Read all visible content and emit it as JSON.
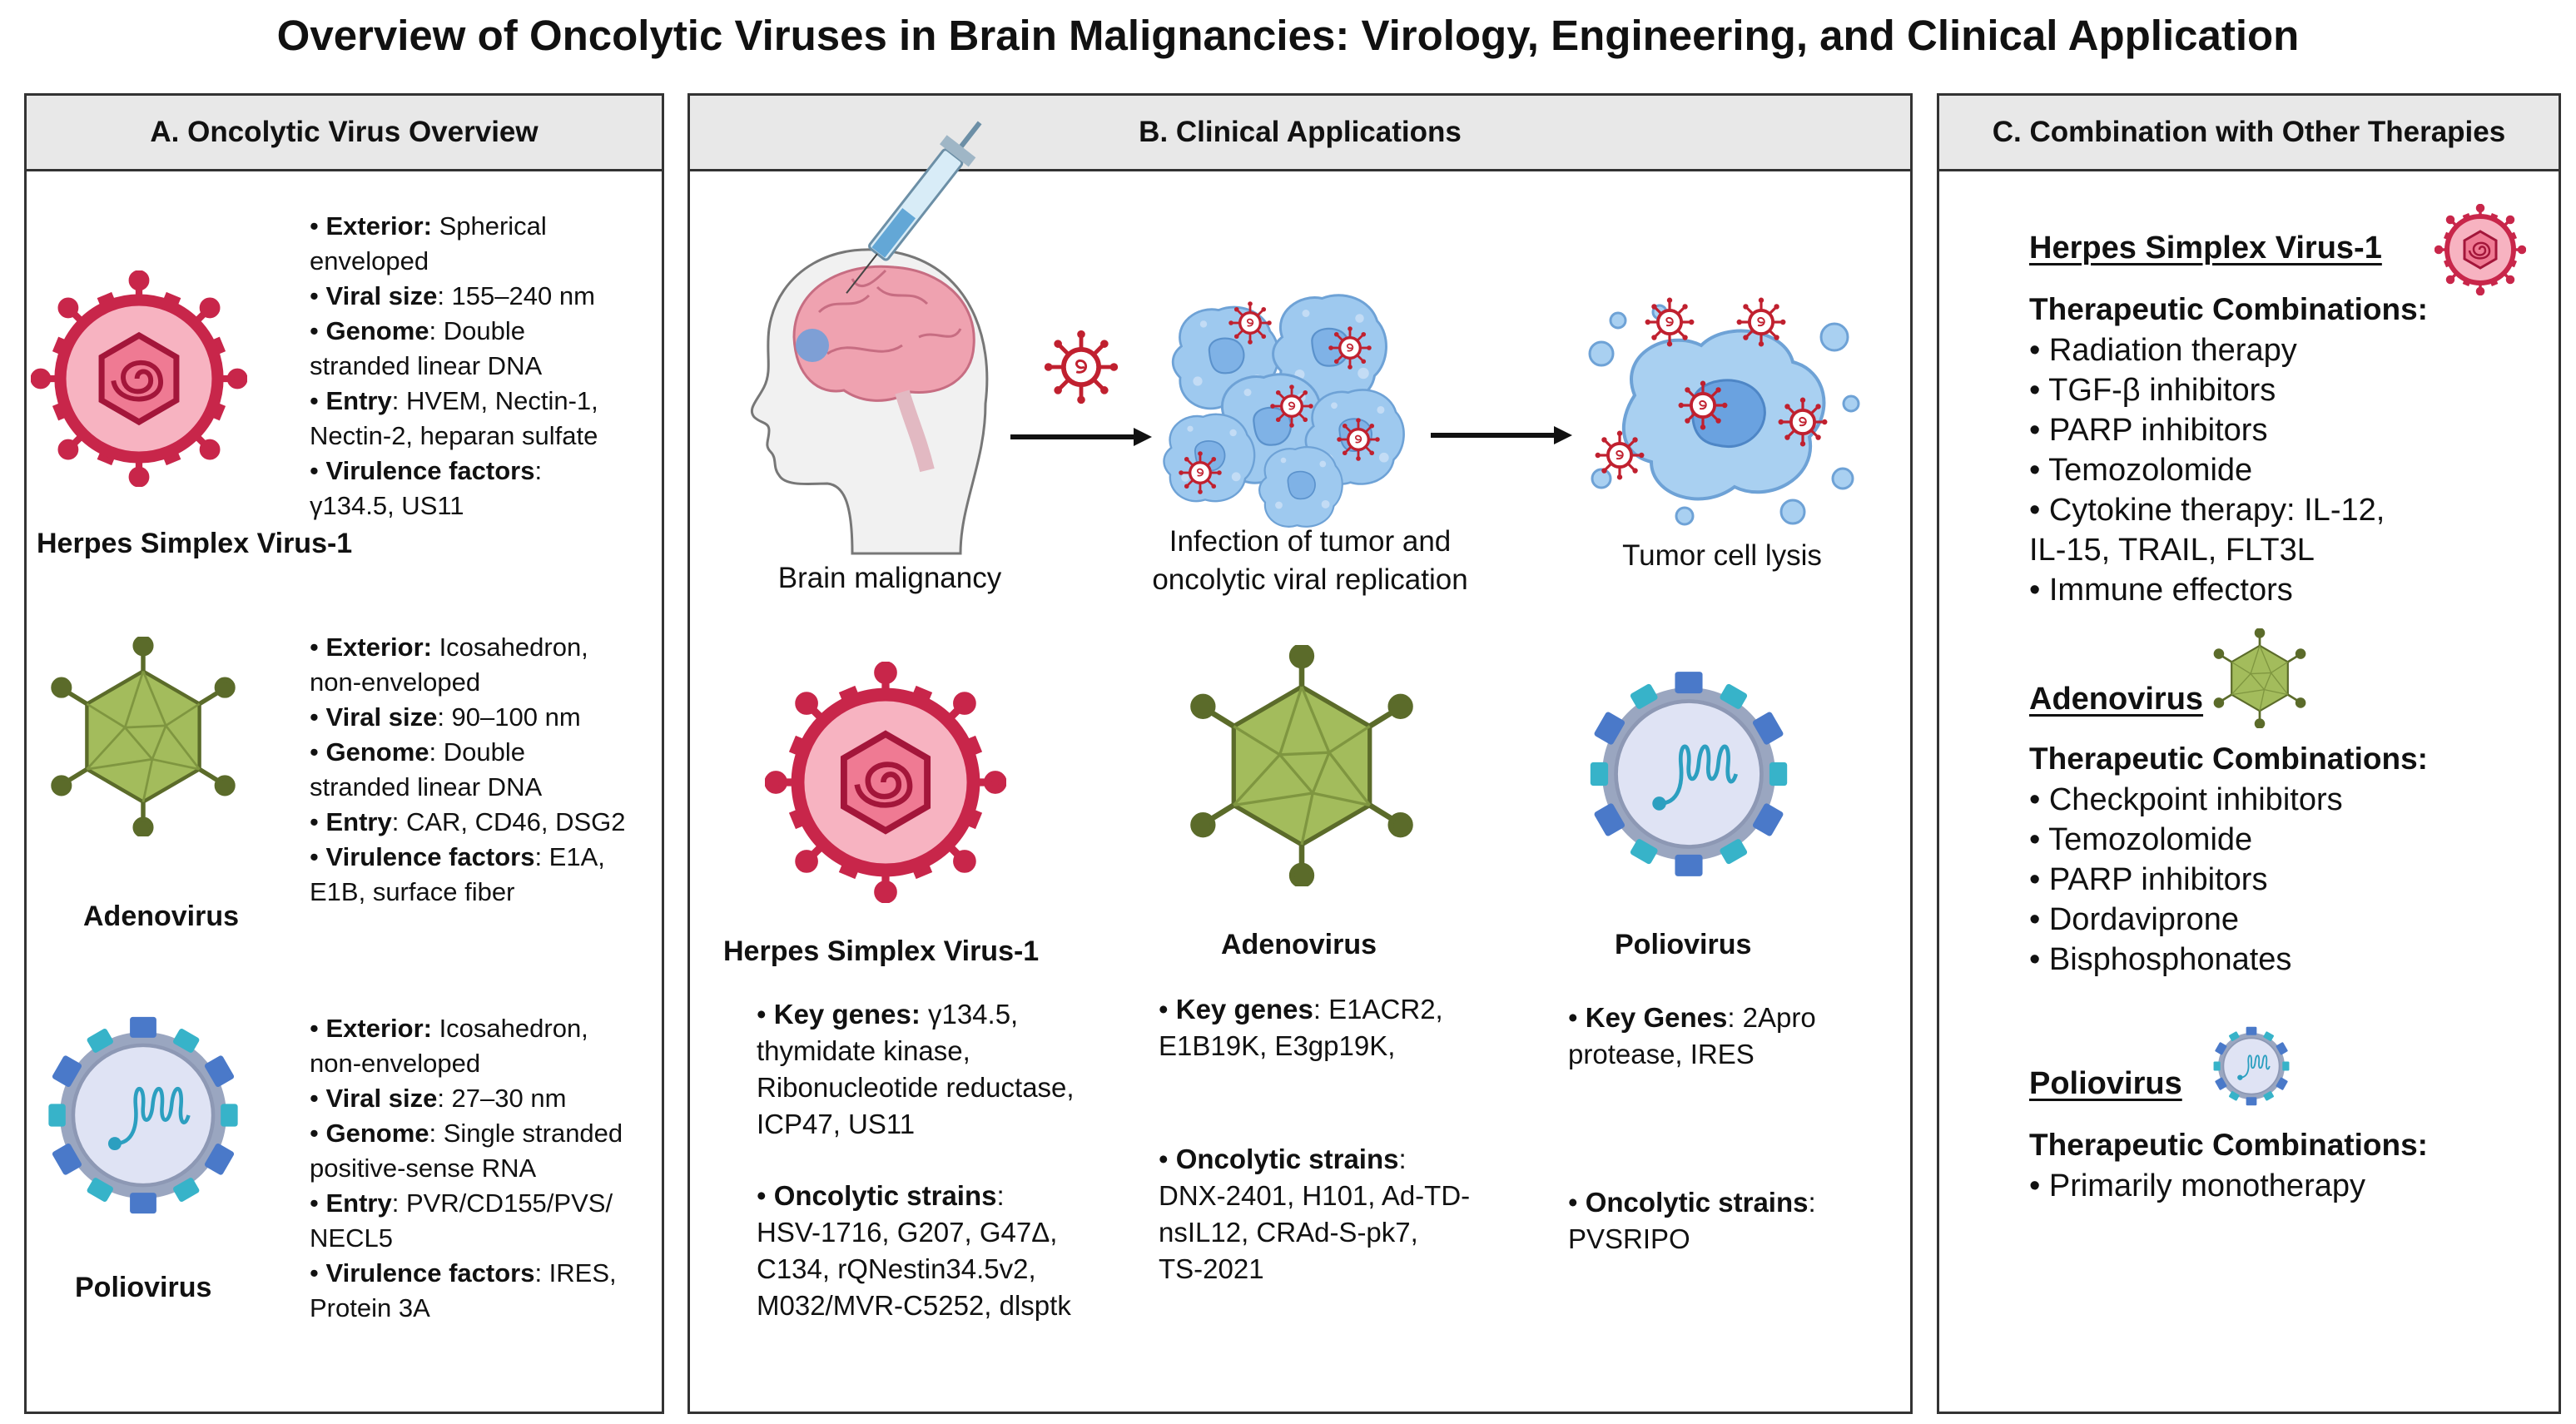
{
  "title": "Overview of Oncolytic Viruses in Brain Malignancies: Virology, Engineering, and Clinical Application",
  "colors": {
    "hsv": "#c8264a",
    "hsv_fill": "#f5a9b8",
    "adeno": "#a3bc5c",
    "adeno_dark": "#5b6b2a",
    "polio_blue": "#4a79c9",
    "polio_teal": "#37b3c9",
    "cell_blue": "#9ec9ef"
  },
  "panel_a": {
    "header": "A. Oncolytic Virus Overview",
    "hsv": {
      "name": "Herpes Simplex Virus-1",
      "lines": [
        {
          "k": "Exterior:",
          "v": " Spherical"
        },
        {
          "k": "",
          "v": "enveloped"
        },
        {
          "k": "Viral size",
          "v": ": 155–240 nm"
        },
        {
          "k": "Genome",
          "v": ": Double"
        },
        {
          "k": "",
          "v": "stranded linear DNA"
        },
        {
          "k": "Entry",
          "v": ": HVEM, Nectin-1,"
        },
        {
          "k": "",
          "v": "Nectin-2, heparan sulfate"
        },
        {
          "k": "Virulence factors",
          "v": ":"
        },
        {
          "k": "",
          "v": "γ134.5, US11"
        }
      ]
    },
    "adeno": {
      "name": "Adenovirus",
      "lines": [
        {
          "k": "Exterior:",
          "v": " Icosahedron,"
        },
        {
          "k": "",
          "v": "non-enveloped"
        },
        {
          "k": "Viral size",
          "v": ": 90–100 nm"
        },
        {
          "k": "Genome",
          "v": ": Double"
        },
        {
          "k": "",
          "v": "stranded linear DNA"
        },
        {
          "k": "Entry",
          "v": ": CAR, CD46, DSG2"
        },
        {
          "k": "Virulence factors",
          "v": ": E1A,"
        },
        {
          "k": "",
          "v": "E1B, surface fiber"
        }
      ]
    },
    "polio": {
      "name": "Poliovirus",
      "lines": [
        {
          "k": "Exterior:",
          "v": " Icosahedron,"
        },
        {
          "k": "",
          "v": "non-enveloped"
        },
        {
          "k": "Viral size",
          "v": ": 27–30 nm"
        },
        {
          "k": "Genome",
          "v": ": Single stranded"
        },
        {
          "k": "",
          "v": "positive-sense RNA"
        },
        {
          "k": "Entry",
          "v": ": PVR/CD155/PVS/"
        },
        {
          "k": "",
          "v": "NECL5"
        },
        {
          "k": "Virulence factors",
          "v": ": IRES,"
        },
        {
          "k": "",
          "v": "Protein 3A"
        }
      ]
    }
  },
  "panel_b": {
    "header": "B. Clinical Applications",
    "stage1": "Brain malignancy",
    "stage2_l1": "Infection of tumor and",
    "stage2_l2": "oncolytic viral replication",
    "stage3": "Tumor cell lysis",
    "hsv": {
      "name": "Herpes Simplex Virus-1",
      "genes": [
        {
          "k": "Key genes:",
          "v": " γ134.5,"
        },
        {
          "k": "",
          "v": "thymidate kinase,"
        },
        {
          "k": "",
          "v": "Ribonucleotide reductase,"
        },
        {
          "k": "",
          "v": "ICP47, US11"
        }
      ],
      "strains": [
        {
          "k": "Oncolytic strains",
          "v": ":"
        },
        {
          "k": "",
          "v": "HSV-1716, G207, G47Δ,"
        },
        {
          "k": "",
          "v": "C134, rQNestin34.5v2,"
        },
        {
          "k": "",
          "v": "M032/MVR-C5252, dlsptk"
        }
      ]
    },
    "adeno": {
      "name": "Adenovirus",
      "genes": [
        {
          "k": "Key genes",
          "v": ": E1ACR2,"
        },
        {
          "k": "",
          "v": "E1B19K, E3gp19K,"
        }
      ],
      "strains": [
        {
          "k": "Oncolytic strains",
          "v": ":"
        },
        {
          "k": "",
          "v": "DNX-2401, H101, Ad-TD-"
        },
        {
          "k": "",
          "v": "nsIL12, CRAd-S-pk7,"
        },
        {
          "k": "",
          "v": "TS-2021"
        }
      ]
    },
    "polio": {
      "name": "Poliovirus",
      "genes": [
        {
          "k": "Key Genes",
          "v": ": 2Apro"
        },
        {
          "k": "",
          "v": "protease, IRES"
        }
      ],
      "strains": [
        {
          "k": "Oncolytic strains",
          "v": ":"
        },
        {
          "k": "",
          "v": "PVSRIPO"
        }
      ]
    }
  },
  "panel_c": {
    "header": "C. Combination with Other Therapies",
    "combo_label": "Therapeutic Combinations:",
    "hsv": {
      "name": "Herpes Simplex Virus-1",
      "items": [
        "• Radiation therapy",
        "• TGF-β inhibitors",
        "• PARP inhibitors",
        "• Temozolomide",
        "• Cytokine therapy: IL-12,",
        "IL-15, TRAIL, FLT3L",
        "• Immune effectors"
      ]
    },
    "adeno": {
      "name": "Adenovirus",
      "items": [
        "• Checkpoint inhibitors",
        "• Temozolomide",
        "• PARP inhibitors",
        "• Dordaviprone",
        "• Bisphosphonates"
      ]
    },
    "polio": {
      "name": "Poliovirus",
      "items": [
        "• Primarily monotherapy"
      ]
    }
  }
}
